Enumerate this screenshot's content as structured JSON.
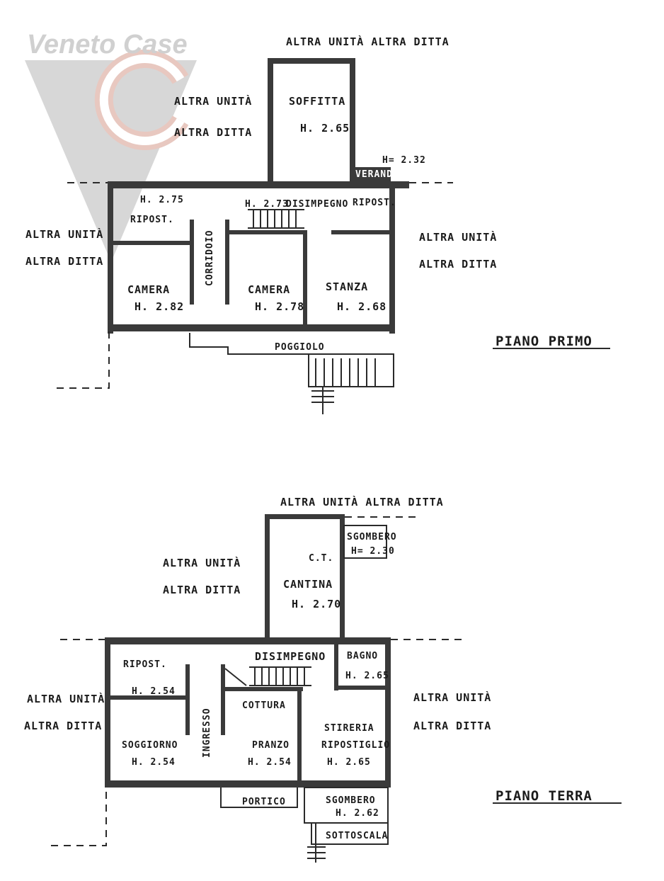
{
  "logo": {
    "brand": "Veneto Case"
  },
  "floors": {
    "primo": {
      "title": "PIANO PRIMO",
      "neighbors": {
        "top": "ALTRA UNITÀ  ALTRA DITTA",
        "upper_left_1": "ALTRA UNITÀ",
        "upper_left_2": "ALTRA DITTA",
        "left_1": "ALTRA UNITÀ",
        "left_2": "ALTRA DITTA",
        "right_1": "ALTRA UNITÀ",
        "right_2": "ALTRA DITTA"
      },
      "rooms": {
        "soffitta": "SOFFITTA",
        "soffitta_h": "H. 2.65",
        "veranda": "VERANDA",
        "veranda_h": "H= 2.32",
        "ripost_left": "RIPOST.",
        "ripost_left_h": "H. 2.75",
        "disimpegno": "DISIMPEGNO",
        "disimpegno_h": "H. 2.73",
        "ripost_right": "RIPOST.",
        "corridoio": "CORRIDOIO",
        "camera1": "CAMERA",
        "camera1_h": "H. 2.82",
        "camera2": "CAMERA",
        "camera2_h": "H. 2.78",
        "stanza": "STANZA",
        "stanza_h": "H. 2.68",
        "poggiolo": "POGGIOLO"
      }
    },
    "terra": {
      "title": "PIANO TERRA",
      "neighbors": {
        "top": "ALTRA UNITÀ  ALTRA DITTA",
        "upper_left_1": "ALTRA UNITÀ",
        "upper_left_2": "ALTRA DITTA",
        "left_1": "ALTRA UNITÀ",
        "left_2": "ALTRA DITTA",
        "right_1": "ALTRA UNITÀ",
        "right_2": "ALTRA DITTA"
      },
      "rooms": {
        "sgombero_top": "SGOMBERO",
        "sgombero_top_h": "H= 2.30",
        "ct": "C.T.",
        "cantina": "CANTINA",
        "cantina_h": "H. 2.70",
        "disimpegno": "DISIMPEGNO",
        "bagno": "BAGNO",
        "bagno_h": "H. 2.65",
        "ripost": "RIPOST.",
        "ripost_h": "H. 2.54",
        "cottura": "COTTURA",
        "ingresso": "INGRESSO",
        "soggiorno": "SOGGIORNO",
        "soggiorno_h": "H. 2.54",
        "pranzo": "PRANZO",
        "pranzo_h": "H. 2.54",
        "stireria": "STIRERIA",
        "ripostiglio": "RIPOSTIGLIO",
        "stireria_h": "H. 2.65",
        "portico": "PORTICO",
        "sgombero_bottom": "SGOMBERO",
        "sgombero_bottom_h": "H. 2.62",
        "sottoscala": "SOTTOSCALA"
      }
    }
  }
}
